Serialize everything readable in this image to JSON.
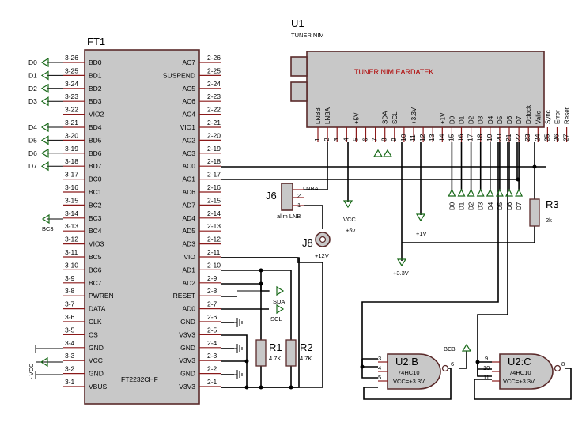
{
  "ft1": {
    "ref": "FT1",
    "part": "FT2232CHF",
    "left_pins": [
      {
        "num": "3-26",
        "label": "BD0"
      },
      {
        "num": "3-25",
        "label": "BD1"
      },
      {
        "num": "3-24",
        "label": "BD2"
      },
      {
        "num": "3-23",
        "label": "BD3"
      },
      {
        "num": "3-22",
        "label": "VIO2"
      },
      {
        "num": "3-21",
        "label": "BD4"
      },
      {
        "num": "3-20",
        "label": "BD5"
      },
      {
        "num": "3-19",
        "label": "BD6"
      },
      {
        "num": "3-18",
        "label": "BD7"
      },
      {
        "num": "3-17",
        "label": "BC0"
      },
      {
        "num": "3-16",
        "label": "BC1"
      },
      {
        "num": "3-15",
        "label": "BC2"
      },
      {
        "num": "3-14",
        "label": "BC3"
      },
      {
        "num": "3-13",
        "label": "BC4"
      },
      {
        "num": "3-12",
        "label": "VIO3"
      },
      {
        "num": "3-11",
        "label": "BC5"
      },
      {
        "num": "3-10",
        "label": "BC6"
      },
      {
        "num": "3-9",
        "label": "BC7"
      },
      {
        "num": "3-8",
        "label": "PWREN"
      },
      {
        "num": "3-7",
        "label": "DATA"
      },
      {
        "num": "3-6",
        "label": "CLK"
      },
      {
        "num": "3-5",
        "label": "CS"
      },
      {
        "num": "3-4",
        "label": "GND"
      },
      {
        "num": "3-3",
        "label": "VCC"
      },
      {
        "num": "3-2",
        "label": "GND"
      },
      {
        "num": "3-1",
        "label": "VBUS"
      }
    ],
    "right_pins": [
      {
        "num": "2-26",
        "label": "AC7"
      },
      {
        "num": "2-25",
        "label": "SUSPEND"
      },
      {
        "num": "2-24",
        "label": "AC5"
      },
      {
        "num": "2-23",
        "label": "AC6"
      },
      {
        "num": "2-22",
        "label": "AC4"
      },
      {
        "num": "2-21",
        "label": "VIO1"
      },
      {
        "num": "2-20",
        "label": "AC2"
      },
      {
        "num": "2-19",
        "label": "AC3"
      },
      {
        "num": "2-18",
        "label": "AC0"
      },
      {
        "num": "2-17",
        "label": "AC1"
      },
      {
        "num": "2-16",
        "label": "AD6"
      },
      {
        "num": "2-15",
        "label": "AD7"
      },
      {
        "num": "2-14",
        "label": "AD4"
      },
      {
        "num": "2-13",
        "label": "AD5"
      },
      {
        "num": "2-12",
        "label": "AD3"
      },
      {
        "num": "2-11",
        "label": "VIO"
      },
      {
        "num": "2-10",
        "label": "AD1"
      },
      {
        "num": "2-9",
        "label": "AD2"
      },
      {
        "num": "2-8",
        "label": "RESET"
      },
      {
        "num": "2-7",
        "label": "AD0"
      },
      {
        "num": "2-6",
        "label": "GND"
      },
      {
        "num": "2-5",
        "label": "V3V3"
      },
      {
        "num": "2-4",
        "label": "GND"
      },
      {
        "num": "2-3",
        "label": "V3V3"
      },
      {
        "num": "2-2",
        "label": "GND"
      },
      {
        "num": "2-1",
        "label": "V3V3"
      }
    ],
    "outputs": [
      "D0",
      "D1",
      "D2",
      "D3",
      "D4",
      "D5",
      "D6",
      "D7"
    ],
    "bc3": "BC3",
    "vcc_side": "VCC",
    "vcc_side_minus": "- VCC"
  },
  "u1": {
    "ref": "U1",
    "part": "TUNER NIM",
    "body_label": "TUNER NIM  EARDATEK",
    "pins": [
      {
        "num": "1",
        "label": "LNBB"
      },
      {
        "num": "2",
        "label": "LNBA"
      },
      {
        "num": "3",
        "label": ""
      },
      {
        "num": "4",
        "label": ""
      },
      {
        "num": "5",
        "label": "+5V"
      },
      {
        "num": "6",
        "label": ""
      },
      {
        "num": "7",
        "label": ""
      },
      {
        "num": "8",
        "label": "SDA"
      },
      {
        "num": "9",
        "label": "SCL"
      },
      {
        "num": "10",
        "label": ""
      },
      {
        "num": "11",
        "label": "+3.3V"
      },
      {
        "num": "12",
        "label": ""
      },
      {
        "num": "13",
        "label": ""
      },
      {
        "num": "14",
        "label": "+1V"
      },
      {
        "num": "15",
        "label": "D0"
      },
      {
        "num": "16",
        "label": "D1"
      },
      {
        "num": "17",
        "label": "D2"
      },
      {
        "num": "18",
        "label": "D3"
      },
      {
        "num": "19",
        "label": "D4"
      },
      {
        "num": "20",
        "label": "D5"
      },
      {
        "num": "21",
        "label": "D6"
      },
      {
        "num": "22",
        "label": "D7"
      },
      {
        "num": "23",
        "label": "Dclock"
      },
      {
        "num": "24",
        "label": "Valid"
      },
      {
        "num": "25",
        "label": "Sync"
      },
      {
        "num": "26",
        "label": "Error"
      },
      {
        "num": "27",
        "label": "Reset"
      }
    ],
    "bottom_data": [
      "D0",
      "D1",
      "D2",
      "D3",
      "D4",
      "D5",
      "D6",
      "D7"
    ]
  },
  "j6": {
    "ref": "J6",
    "lnba": "LNBA",
    "p2": "2",
    "p1": "1",
    "label": "alim LNB"
  },
  "j8": {
    "ref": "J8",
    "label": "+12V"
  },
  "power": {
    "vcc": "VCC",
    "plus5": "+5v",
    "plus1": "+1V",
    "plus33": "+3.3V"
  },
  "r1": {
    "ref": "R1",
    "value": "4.7K"
  },
  "r2": {
    "ref": "R2",
    "value": "4.7K"
  },
  "r3": {
    "ref": "R3",
    "value": "2k"
  },
  "sda": "SDA",
  "scl": "SCL",
  "u2b": {
    "ref": "U2:B",
    "part": "74HC10",
    "supply": "VCC=+3.3V",
    "pins": [
      "3",
      "4",
      "5",
      "6"
    ],
    "bc3": "BC3"
  },
  "u2c": {
    "ref": "U2:C",
    "part": "74HC10",
    "supply": "VCC=+3.3V",
    "pins": [
      "9",
      "10",
      "11",
      "8"
    ]
  }
}
